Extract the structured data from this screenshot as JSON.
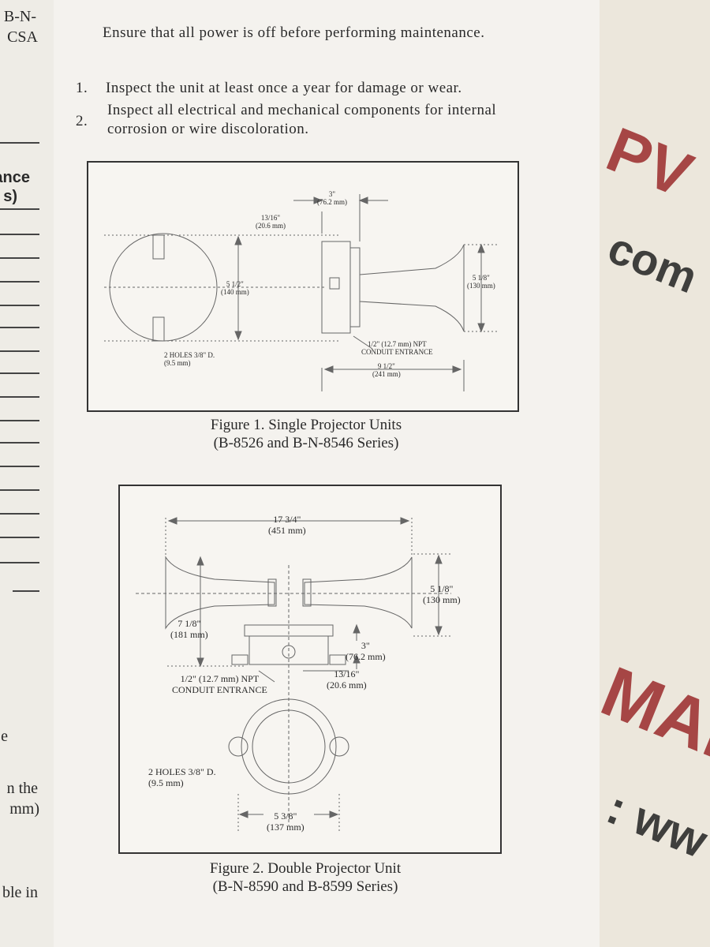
{
  "left_fragments": [
    "B-N-",
    "CSA",
    "ance",
    "s)",
    "e",
    "n the",
    "mm)",
    "ble in"
  ],
  "intro": "Ensure that all power is off before performing maintenance.",
  "steps": [
    {
      "num": "1.",
      "text": "Inspect the unit at least once a year for damage or wear."
    },
    {
      "num": "2.",
      "text": "Inspect all electrical and mechanical components for internal corrosion or wire discoloration."
    }
  ],
  "figure1": {
    "dims": {
      "top": "3\"\n(76.2 mm)",
      "flange": "13/16\"\n(20.6 mm)",
      "height": "5 1/2\"\n(140 mm)",
      "horn": "5 1/8\"\n(130 mm)",
      "conduit": "1/2\" (12.7 mm) NPT\nCONDUIT ENTRANCE",
      "holes": "2 HOLES 3/8\" D.\n(9.5 mm)",
      "length": "9 1/2\"\n(241 mm)"
    },
    "caption_line1": "Figure 1.  Single Projector Units",
    "caption_line2": "(B-8526 and B-N-8546 Series)"
  },
  "figure2": {
    "dims": {
      "width": "17 3/4\"\n(451 mm)",
      "horn": "5 1/8\"\n(130 mm)",
      "height": "7 1/8\"\n(181 mm)",
      "base": "3\"\n(76.2 mm)",
      "flange": "13/16\"\n(20.6 mm)",
      "conduit": "1/2\" (12.7 mm) NPT\nCONDUIT ENTRANCE",
      "holes": "2 HOLES 3/8\" D.\n(9.5 mm)",
      "bottom": "5 3/8\"\n(137 mm)"
    },
    "caption_line1": "Figure 2.  Double Projector Unit",
    "caption_line2": "(B-N-8590 and B-8599 Series)"
  },
  "watermark": {
    "line1": "PV",
    "line2": "com",
    "line3": "MAR",
    "line4": ": ww"
  }
}
